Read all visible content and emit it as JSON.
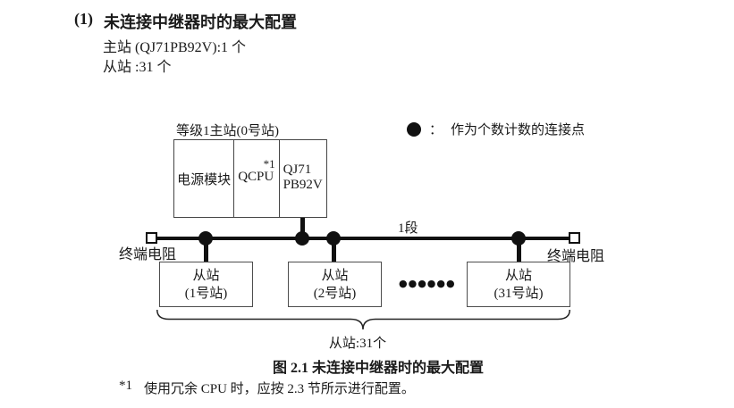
{
  "colors": {
    "text": "#1a1a1a",
    "line": "#111111",
    "box_border": "#4d4d4d"
  },
  "header": {
    "number": "(1)",
    "title": "未连接中继器时的最大配置",
    "spec_lines": [
      "主站 (QJ71PB92V):1 个",
      "从站 :31 个"
    ]
  },
  "diagram": {
    "master": {
      "label": "等级1主站(0号站)",
      "modules": {
        "power": "电源模块",
        "cpu": "QCPU",
        "cpu_note": "*1",
        "pb_line1": "QJ71",
        "pb_line2": "PB92V"
      }
    },
    "legend": {
      "colon": "：",
      "text": "作为个数计数的连接点"
    },
    "segment_label": "1段",
    "terminator_left": "终端电阻",
    "terminator_right": "终端电阻",
    "slaves": [
      {
        "line1": "从站",
        "line2": "(1号站)"
      },
      {
        "line1": "从站",
        "line2": "(2号站)"
      },
      {
        "line1": "从站",
        "line2": "(31号站)"
      }
    ],
    "ellipsis": "●●●●●●",
    "brace_label": "从站:31个"
  },
  "caption": "图 2.1 未连接中继器时的最大配置",
  "footnote": {
    "marker": "*1",
    "text": "使用冗余 CPU 时，应按 2.3 节所示进行配置。"
  }
}
